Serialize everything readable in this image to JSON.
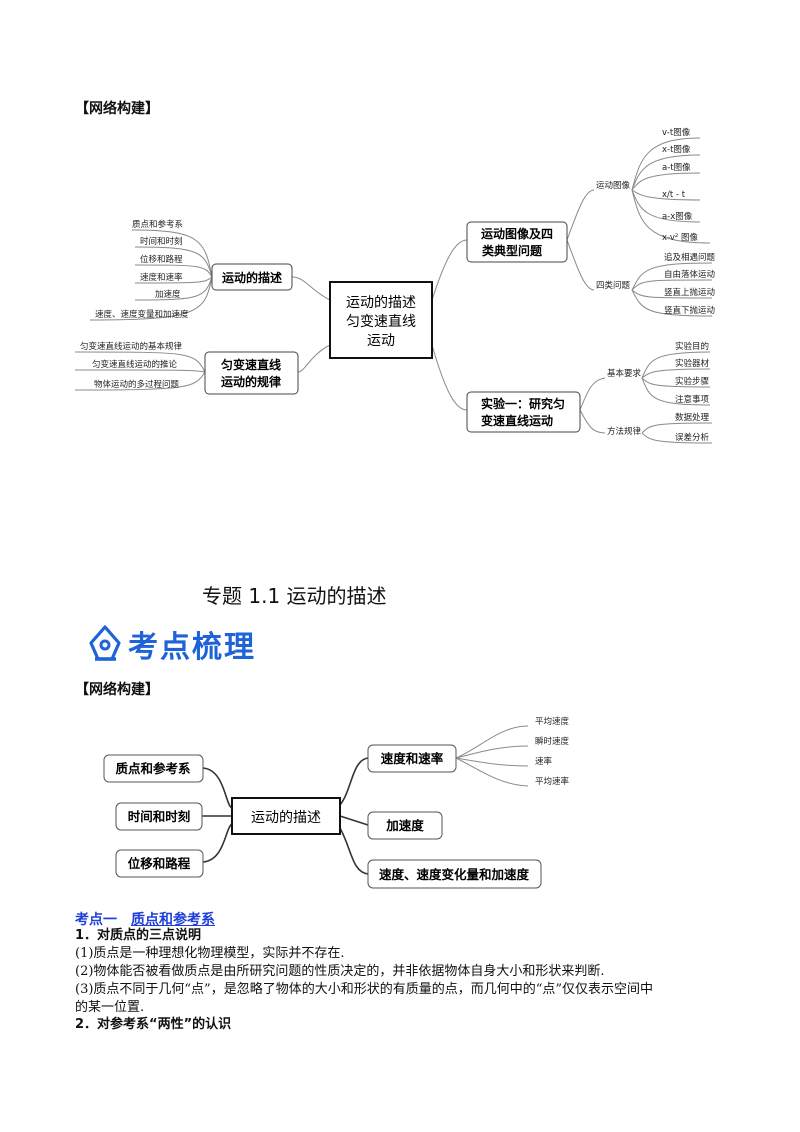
{
  "section1": {
    "heading": "【网络构建】"
  },
  "mindmap1": {
    "center": [
      "运动的描述",
      "匀变速直线",
      "运动"
    ],
    "left": [
      {
        "label": "运动的描述",
        "children": [
          "质点和参考系",
          "时间和时刻",
          "位移和路程",
          "速度和速率",
          "加速度",
          "速度、速度变量和加速度"
        ]
      },
      {
        "label": [
          "匀变速直线",
          "运动的规律"
        ],
        "children": [
          "匀变速直线运动的基本规律",
          "匀变速直线运动的推论",
          "物体运动的多过程问题"
        ]
      }
    ],
    "right": [
      {
        "label": [
          "运动图像及四",
          "类典型问题"
        ],
        "groups": [
          {
            "label": "运动图像",
            "children": [
              "v-t图像",
              "x-t图像",
              "a-t图像",
              "x/t - t",
              "a-x图像",
              "x-v² 图像"
            ]
          },
          {
            "label": "四类问题",
            "children": [
              "追及相遇问题",
              "自由落体运动",
              "竖直上抛运动",
              "竖直下抛运动"
            ]
          }
        ]
      },
      {
        "label": [
          "实验一：研究匀",
          "变速直线运动"
        ],
        "groups": [
          {
            "label": "基本要求",
            "children": [
              "实验目的",
              "实验器材",
              "实验步骤",
              "注意事项"
            ]
          },
          {
            "label": "方法规律",
            "children": [
              "数据处理",
              "误差分析"
            ]
          }
        ]
      }
    ]
  },
  "topic": {
    "title": "专题 1.1  运动的描述"
  },
  "banner": {
    "icon": "pen-nib-icon",
    "text": "考点梳理",
    "color": "#1e63d8"
  },
  "section2": {
    "heading": "【网络构建】"
  },
  "mindmap2": {
    "center": "运动的描述",
    "left": [
      "质点和参考系",
      "时间和时刻",
      "位移和路程"
    ],
    "right": [
      {
        "label": "速度和速率",
        "children": [
          "平均速度",
          "瞬时速度",
          "速率",
          "平均速率"
        ]
      },
      {
        "label": "加速度"
      },
      {
        "label": "速度、速度变化量和加速度"
      }
    ]
  },
  "kaodian": {
    "label": "考点一",
    "link": "质点和参考系"
  },
  "content": {
    "h1": "1．对质点的三点说明",
    "p1": "(1)质点是一种理想化物理模型，实际并不存在.",
    "p2": "(2)物体能否被看做质点是由所研究问题的性质决定的，并非依据物体自身大小和形状来判断.",
    "p3a": "(3)质点不同于几何“点”，是忽略了物体的大小和形状的有质量的点，而几何中的“点”仅仅表示空间中",
    "p3b": "的某一位置.",
    "h2": "2．对参考系“两性”的认识"
  }
}
